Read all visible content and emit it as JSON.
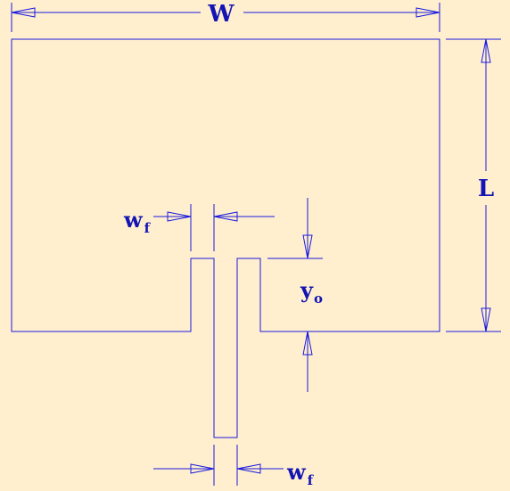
{
  "diagram": {
    "title": "",
    "labels": {
      "width": "W",
      "length": "L",
      "feed_width_top_main": "w",
      "feed_width_top_sub": "f",
      "feed_width_bottom_main": "w",
      "feed_width_bottom_sub": "f",
      "inset_main": "y",
      "inset_sub": "o"
    },
    "colors": {
      "background": "#FFEFCF",
      "line": "#1a1adf",
      "text": "#1414b4"
    }
  }
}
